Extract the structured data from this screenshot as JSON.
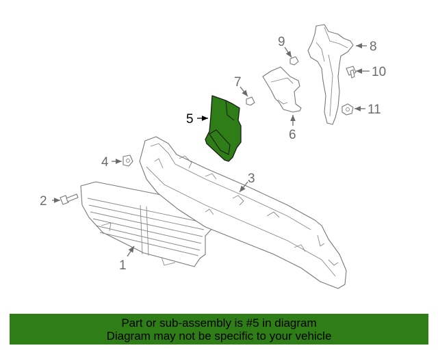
{
  "callouts": {
    "c1": "1",
    "c2": "2",
    "c3": "3",
    "c4": "4",
    "c5": "5",
    "c6": "6",
    "c7": "7",
    "c8": "8",
    "c9": "9",
    "c10": "10",
    "c11": "11"
  },
  "highlight_color": "#2f7d17",
  "banner": {
    "line1": "Part or sub-assembly is #5 in diagram",
    "line2": "Diagram may not be specific to your vehicle"
  }
}
